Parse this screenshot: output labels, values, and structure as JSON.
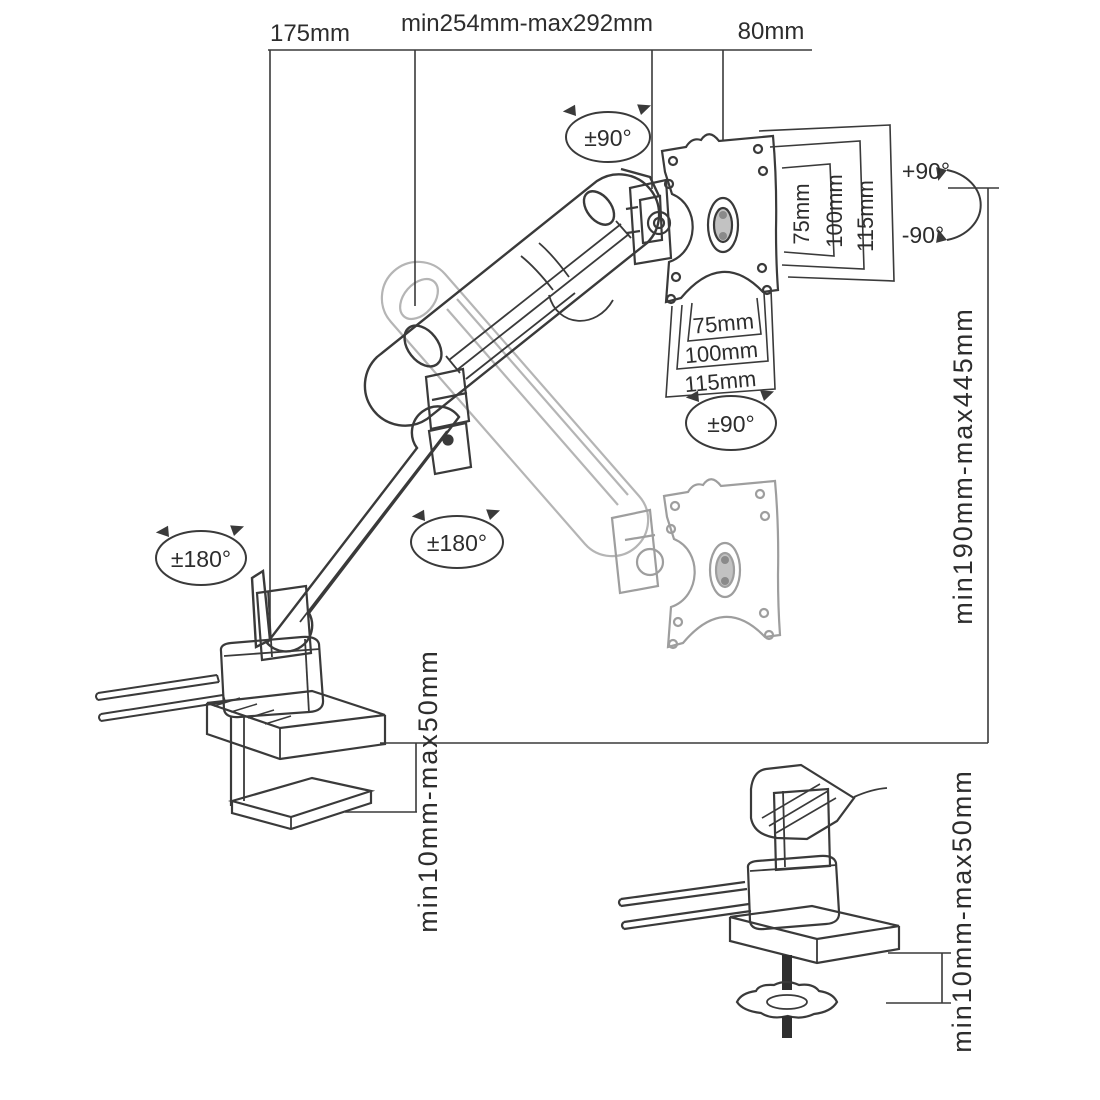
{
  "diagram": {
    "subject": "gas-spring monitor desk mount arm dimension drawing",
    "colors": {
      "line": "#3a3a3a",
      "ghost": "#b5b5b5",
      "ghost_dark": "#9e9e9e",
      "text": "#2d2d2d",
      "background": "#ffffff"
    }
  },
  "labels": {
    "top_left": "175mm",
    "top_mid": "min254mm-max292mm",
    "top_right": "80mm",
    "head_swivel": "±90°",
    "tilt_up": "+90°",
    "tilt_down": "-90°",
    "height_range": "min190mm-max445mm",
    "vesa_v": [
      "75mm",
      "100mm",
      "115mm"
    ],
    "vesa_h": [
      "75mm",
      "100mm",
      "115mm"
    ],
    "vesa_rotate": "±90°",
    "elbow_swivel": "±180°",
    "base_swivel": "±180°",
    "clamp_range": "min10mm-max50mm",
    "grommet_range": "min10mm-max50mm"
  }
}
